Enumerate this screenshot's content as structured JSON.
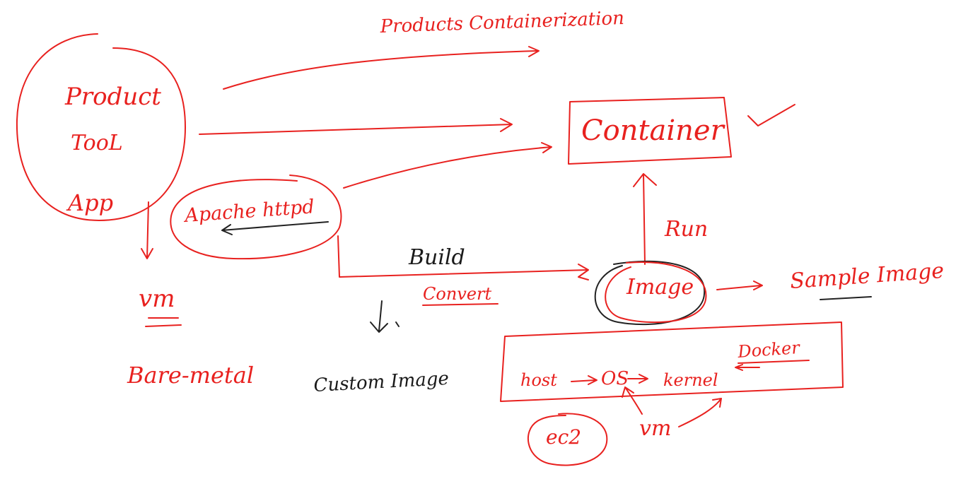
{
  "colors": {
    "ink_red": "#e8211f",
    "ink_dark": "#1a1a1a",
    "background": "#ffffff"
  },
  "labels": {
    "title": "Products Containerization",
    "product": "Product",
    "tool": "TooL",
    "app": "App",
    "vm": "vm",
    "bare_metal": "Bare-metal",
    "apache": "Apache httpd",
    "container": "Container",
    "run": "Run",
    "build": "Build",
    "convert": "Convert",
    "image": "Image",
    "sample_image": "Sample Image",
    "custom_image": "Custom Image",
    "docker": "Docker",
    "host": "host",
    "os": "OS",
    "kernel": "kernel",
    "ec2": "ec2",
    "vm2": "vm"
  }
}
